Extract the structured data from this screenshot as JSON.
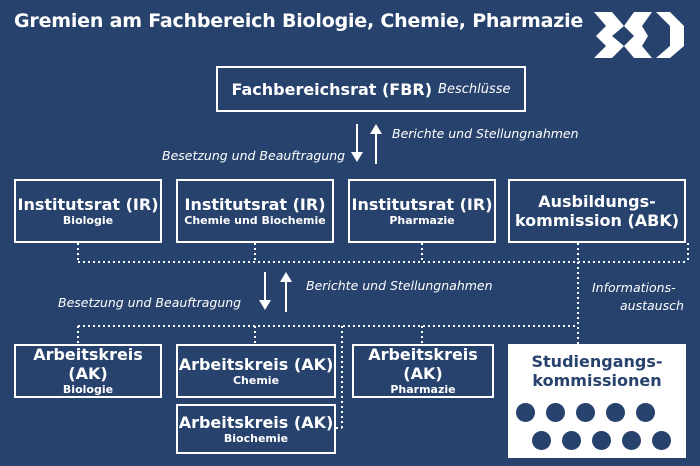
{
  "title": "Gremien am Fachbereich Biologie, Chemie, Pharmazie",
  "fbr": {
    "name": "Fachbereichsrat (FBR)",
    "note": "Beschlüsse"
  },
  "arrows_top": {
    "up_label": "Berichte und Stellungnahmen",
    "down_label": "Besetzung und Beauftragung"
  },
  "institutsraete": [
    {
      "name": "Institutsrat (IR)",
      "sub": "Biologie"
    },
    {
      "name": "Institutsrat (IR)",
      "sub": "Chemie und Biochemie"
    },
    {
      "name": "Institutsrat (IR)",
      "sub": "Pharmazie"
    }
  ],
  "abk": {
    "line1": "Ausbildungs-",
    "line2": "kommission (ABK)"
  },
  "arrows_mid": {
    "up_label": "Berichte und Stellungnahmen",
    "down_label": "Besetzung und Beauftragung"
  },
  "info_exchange": {
    "line1": "Informations-",
    "line2": "austausch"
  },
  "arbeitskreise": [
    {
      "name": "Arbeitskreis (AK)",
      "sub": "Biologie"
    },
    {
      "name": "Arbeitskreis (AK)",
      "sub": "Chemie"
    },
    {
      "name": "Arbeitskreis (AK)",
      "sub": "Pharmazie"
    },
    {
      "name": "Arbeitskreis (AK)",
      "sub": "Biochemie"
    }
  ],
  "studiengangskommissionen": {
    "line1": "Studiengangs-",
    "line2": "kommissionen",
    "member_count": 10
  },
  "colors": {
    "background": "#27426d",
    "foreground": "#ffffff"
  }
}
